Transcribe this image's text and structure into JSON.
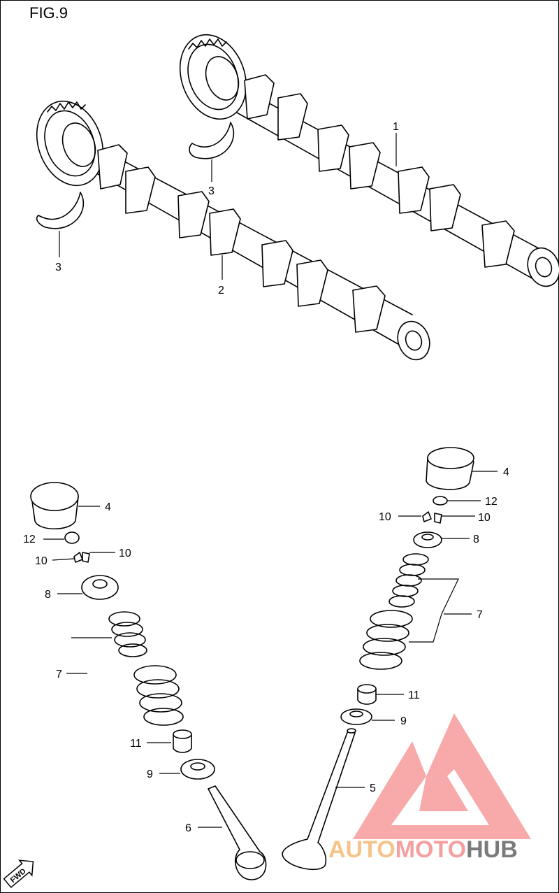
{
  "figure": {
    "title": "FIG.9"
  },
  "callouts": {
    "camshaft_exhaust": "1",
    "camshaft_intake": "2",
    "clip_upper": "3",
    "clip_lower": "3",
    "tappet_left": "4",
    "tappet_right": "4",
    "valve_right": "5",
    "valve_left": "6",
    "spring_left": "7",
    "spring_right": "7",
    "retainer_left": "8",
    "retainer_right": "8",
    "seat_left": "9",
    "seat_right": "9",
    "cotter_left_a": "10",
    "cotter_left_b": "10",
    "cotter_right_a": "10",
    "cotter_right_b": "10",
    "seal_left": "11",
    "seal_right": "11",
    "shim_left": "12",
    "shim_right": "12"
  },
  "badge": {
    "text": "FWD"
  },
  "watermark": {
    "word1": "AUTO",
    "word2": "MOTO",
    "word3": "HUB",
    "color1": "#f6c48a",
    "color2": "#f4a0a0",
    "color3": "#7a7a7a",
    "logo_color": "#f79a9a"
  }
}
